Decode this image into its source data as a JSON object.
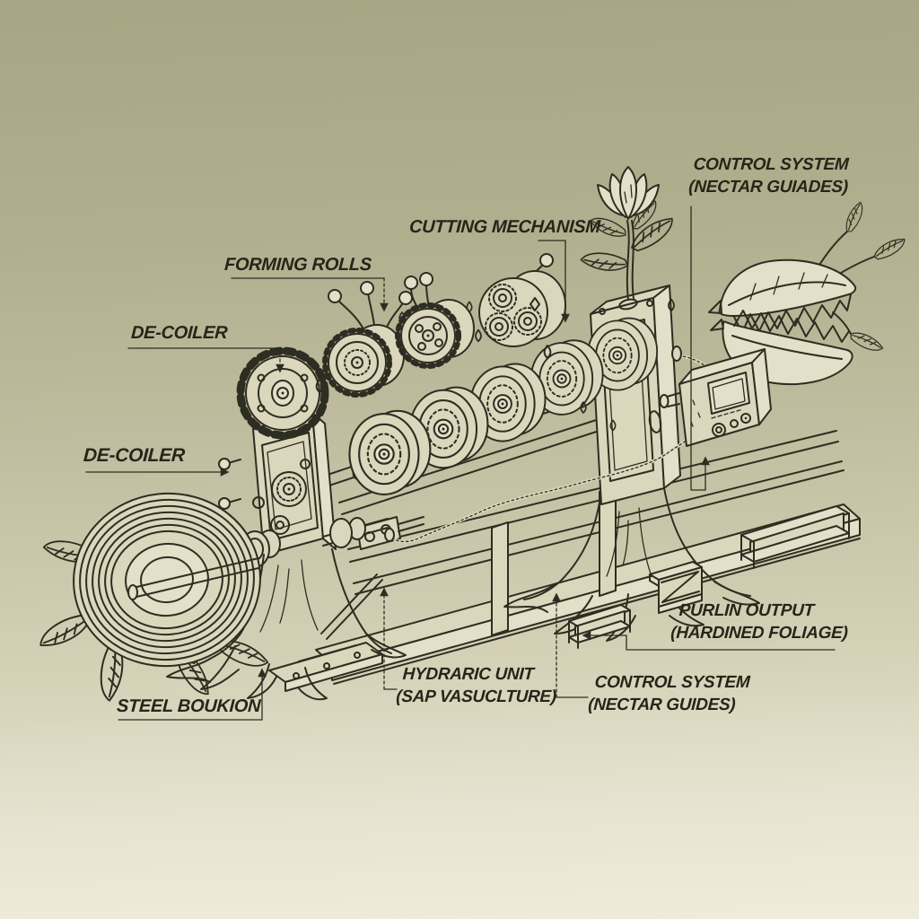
{
  "palette": {
    "ink": "#2e2d21",
    "paper_fill": "#dbd7bc",
    "background_top": "#a7a684",
    "background_bottom": "#efecdc"
  },
  "labels": {
    "de_coiler_top": {
      "text": "DE-COILER"
    },
    "forming_rolls": {
      "text": "FORMING ROLLS"
    },
    "cutting_mechanism": {
      "text": "CUTTING MECHANISM"
    },
    "control_system_top": {
      "line1": "CONTROL SYSTEM",
      "line2": "(NECTAR GUIADES)"
    },
    "de_coiler_left": {
      "text": "DE-COILER"
    },
    "steel_boukion": {
      "text": "STEEL BOUKION"
    },
    "hydraric_unit": {
      "line1": "HYDRARIC UNIT",
      "line2": "(SAP VASUCLTURE)"
    },
    "control_system_bottom": {
      "line1": "CONTROL SYSTEM",
      "line2": "(NECTAR GUIDES)"
    },
    "purlin_output": {
      "line1": "PURLIN OUTPUT",
      "line2": "(HARDINED FOLIAGE)"
    }
  }
}
